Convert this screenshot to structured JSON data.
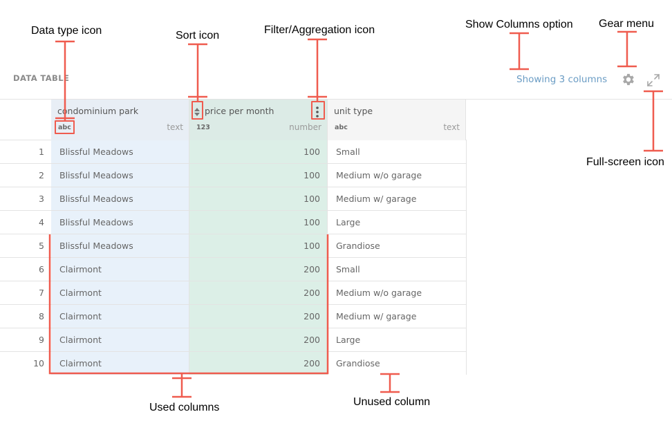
{
  "panel": {
    "title": "DATA TABLE",
    "show_columns_label": "Showing 3 columns"
  },
  "columns": [
    {
      "name": "condominium park",
      "type_glyph": "abc",
      "type_label": "text"
    },
    {
      "name": "price per month",
      "type_glyph": "123",
      "type_label": "number"
    },
    {
      "name": "unit type",
      "type_glyph": "abc",
      "type_label": "text"
    }
  ],
  "rows": [
    {
      "index": "1",
      "park": "Blissful Meadows",
      "price": "100",
      "unit": "Small"
    },
    {
      "index": "2",
      "park": "Blissful Meadows",
      "price": "100",
      "unit": "Medium w/o garage"
    },
    {
      "index": "3",
      "park": "Blissful Meadows",
      "price": "100",
      "unit": "Medium w/ garage"
    },
    {
      "index": "4",
      "park": "Blissful Meadows",
      "price": "100",
      "unit": "Large"
    },
    {
      "index": "5",
      "park": "Blissful Meadows",
      "price": "100",
      "unit": "Grandiose"
    },
    {
      "index": "6",
      "park": "Clairmont",
      "price": "200",
      "unit": "Small"
    },
    {
      "index": "7",
      "park": "Clairmont",
      "price": "200",
      "unit": "Medium w/o garage"
    },
    {
      "index": "8",
      "park": "Clairmont",
      "price": "200",
      "unit": "Medium w/ garage"
    },
    {
      "index": "9",
      "park": "Clairmont",
      "price": "200",
      "unit": "Large"
    },
    {
      "index": "10",
      "park": "Clairmont",
      "price": "200",
      "unit": "Grandiose"
    }
  ],
  "annotations": {
    "data_type_icon": "Data type icon",
    "sort_icon": "Sort icon",
    "filter_icon": "Filter/Aggregation icon",
    "show_columns": "Show Columns option",
    "gear_menu": "Gear menu",
    "full_screen": "Full-screen icon",
    "used_columns": "Used columns",
    "unused_column": "Unused column"
  },
  "colors": {
    "annotation": "#ef5b4e",
    "link": "#6a9cc4",
    "used_text_col": "#e8f1fa",
    "used_number_col": "#dcefe7"
  },
  "icons": [
    "gear-icon",
    "fullscreen-icon",
    "sort-icon",
    "kebab-icon"
  ]
}
